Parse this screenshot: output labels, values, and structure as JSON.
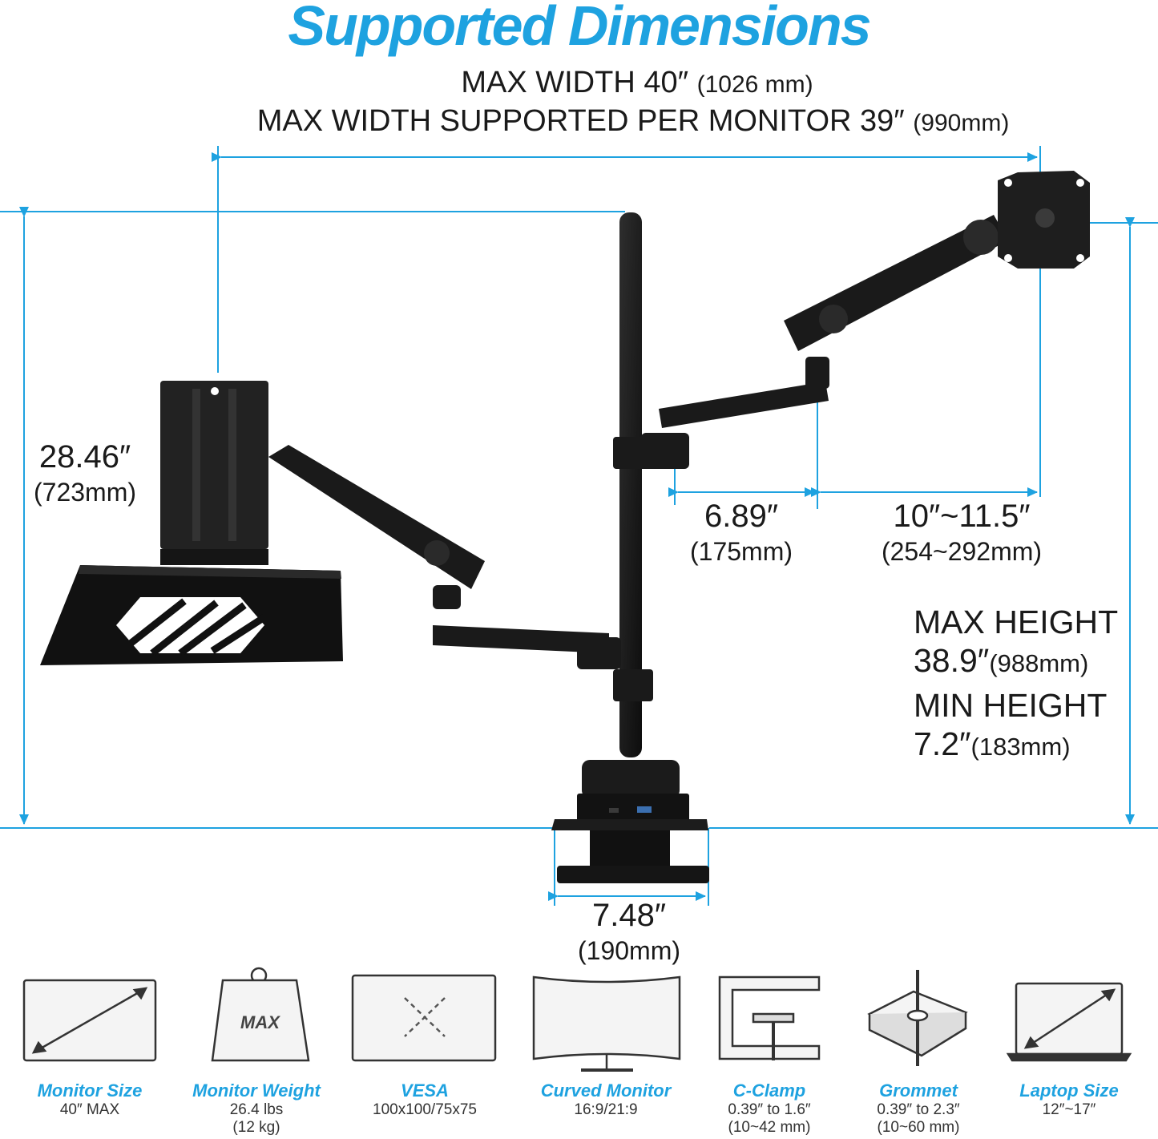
{
  "heading": "Supported Dimensions",
  "max_width_label": "MAX WIDTH 40″",
  "max_width_mm": "(1026 mm)",
  "max_width_per_monitor_label": "MAX WIDTH SUPPORTED PER MONITOR 39″",
  "max_width_per_monitor_mm": "(990mm)",
  "left_height": {
    "inch": "28.46″",
    "mm": "(723mm)"
  },
  "arm_segment_1": {
    "inch": "6.89″",
    "mm": "(175mm)"
  },
  "arm_segment_2": {
    "inch": "10″~11.5″",
    "mm": "(254~292mm)"
  },
  "max_height": {
    "label": "MAX HEIGHT",
    "inch": "38.9″",
    "mm": "(988mm)"
  },
  "min_height": {
    "label": "MIN HEIGHT",
    "inch": "7.2″",
    "mm": "(183mm)"
  },
  "base_width": {
    "inch": "7.48″",
    "mm": "(190mm)"
  },
  "accent_color": "#1ea2e0",
  "features": [
    {
      "icon": "monitor-size-icon",
      "title": "Monitor Size",
      "lines": [
        "40″ MAX"
      ]
    },
    {
      "icon": "monitor-weight-icon",
      "title": "Monitor Weight",
      "icon_text": "MAX",
      "lines": [
        "26.4 lbs",
        "(12 kg)"
      ]
    },
    {
      "icon": "vesa-icon",
      "title": "VESA",
      "lines": [
        "100x100/75x75"
      ]
    },
    {
      "icon": "curved-monitor-icon",
      "title": "Curved Monitor",
      "lines": [
        "16:9/21:9"
      ]
    },
    {
      "icon": "c-clamp-icon",
      "title": "C-Clamp",
      "lines": [
        "0.39″ to 1.6″",
        "(10~42 mm)"
      ]
    },
    {
      "icon": "grommet-icon",
      "title": "Grommet",
      "lines": [
        "0.39″ to 2.3″",
        "(10~60 mm)"
      ]
    },
    {
      "icon": "laptop-size-icon",
      "title": "Laptop Size",
      "lines": [
        "12″~17″"
      ]
    }
  ]
}
